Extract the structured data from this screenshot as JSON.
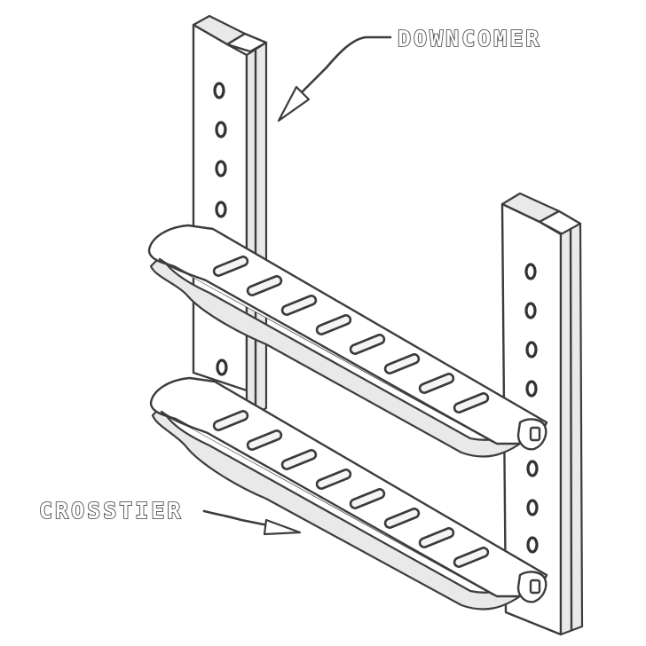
{
  "labels": {
    "downcomer": "DOWNCOMER",
    "crosstier": "CROSSTIER"
  },
  "colors": {
    "background": "#ffffff",
    "line": "#3c3c3c",
    "shade": "#e9e9e9"
  },
  "icons": {
    "left_upright": "downcomer-channel",
    "right_upright": "downcomer-channel",
    "upper_crosstier": "crosstier-bar",
    "lower_crosstier": "crosstier-bar"
  }
}
